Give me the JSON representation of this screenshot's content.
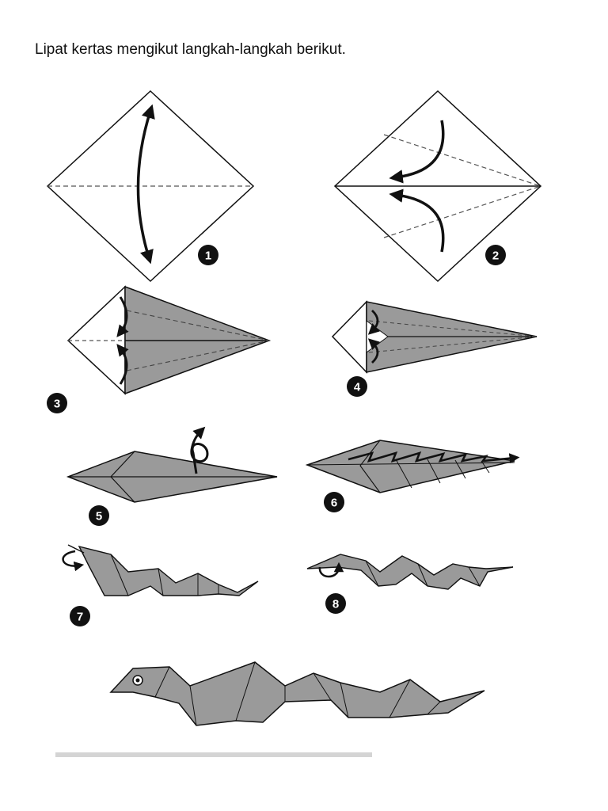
{
  "instruction": "Lipat kertas mengikut langkah-langkah berikut.",
  "steps": [
    {
      "number": "1"
    },
    {
      "number": "2"
    },
    {
      "number": "3"
    },
    {
      "number": "4"
    },
    {
      "number": "5"
    },
    {
      "number": "6"
    },
    {
      "number": "7"
    },
    {
      "number": "8"
    }
  ],
  "colors": {
    "paper_fill": "#9a9a9a",
    "outline": "#111111",
    "fold_line": "#555555",
    "badge": "#111111"
  },
  "icons": [
    "curved-arrow-icon",
    "loop-arrow-icon",
    "zigzag-arrow-icon",
    "step-badge-icon",
    "snake-eye-icon"
  ]
}
